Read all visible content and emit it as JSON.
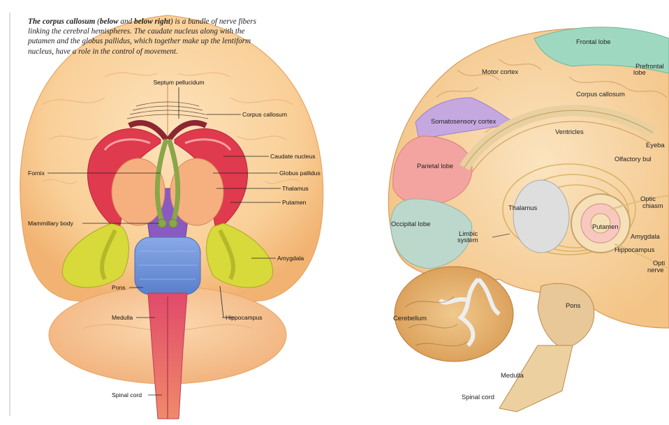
{
  "left": {
    "caption": {
      "bold_a": "The corpus callosum",
      "text_a": " (",
      "bold_b": "below",
      "text_b": " and ",
      "bold_c": "below right",
      "text_c": ") is a bundle of nerve fibers linking the cerebral hemispheres. The caudate nucleus along with the putamen and the globus pallidus, which together make up the lentiform nucleus, have a role in the control of movement."
    },
    "labels": {
      "septum": "Septum pellucidum",
      "corpus_callosum": "Corpus callosum",
      "caudate": "Caudate nucleus",
      "globus": "Globus pallidus",
      "thalamus": "Thalamus",
      "putamen": "Putamen",
      "fornix": "Fornix",
      "mammillary": "Mammillary body",
      "amygdala": "Amygdala",
      "pons": "Pons",
      "medulla": "Medulla",
      "hippocampus": "Hippocampus",
      "spinal_cord": "Spinal cord"
    }
  },
  "right": {
    "labels": {
      "frontal": "Frontal lobe",
      "motor": "Motor cortex",
      "prefrontal_1": "Prefrontal",
      "prefrontal_2": "lobe",
      "corpus_callosum": "Corpus callosum",
      "somatosensory": "Somatosensory cortex",
      "ventricles": "Ventricles",
      "eyeball": "Eyeba",
      "olfactory": "Olfactory bul",
      "parietal": "Parietal lobe",
      "thalamus": "Thalamus",
      "optic_chiasm_1": "Optic",
      "optic_chiasm_2": "chiasm",
      "occipital": "Occipital lobe",
      "putamen": "Putamen",
      "limbic_1": "Limbic",
      "limbic_2": "system",
      "amygdala": "Amygdala",
      "hippocampus": "Hippocampus",
      "optic_nerve_1": "Opti",
      "optic_nerve_2": "nerve",
      "pons": "Pons",
      "cerebellum": "Cerebellum",
      "medulla": "Medulla",
      "spinal_cord": "Spinal cord"
    }
  },
  "colors": {
    "brain_outer": "#f8c98a",
    "caudate": "#e03a4e",
    "thalamus": "#f6b080",
    "fornix": "#8aa64a",
    "purple_core": "#8a5ac0",
    "pons": "#6f93d8",
    "amygdala": "#d8d93a",
    "medulla": "#e2506e",
    "frontal": "#9fd8c0",
    "somatosensory": "#c6a8e0",
    "parietal": "#f3a4a0",
    "occipital": "#bcd8cc"
  }
}
